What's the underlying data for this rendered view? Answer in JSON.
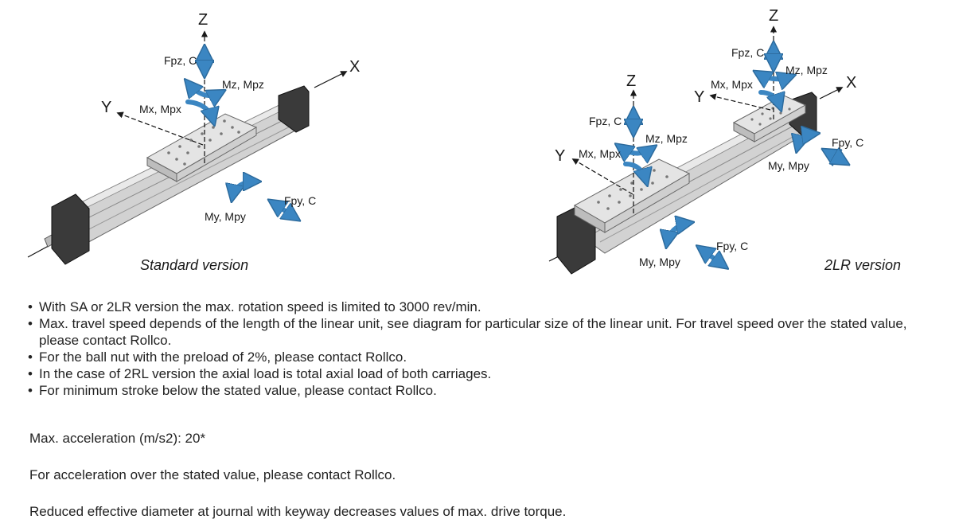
{
  "figure": {
    "standard": {
      "axis_z": "Z",
      "axis_x": "X",
      "axis_y": "Y",
      "label_fpz": "Fpz, C",
      "label_mz": "Mz, Mpz",
      "label_mx": "Mx, Mpx",
      "label_my": "My, Mpy",
      "label_fpy": "Fpy, C",
      "caption": "Standard version"
    },
    "twolr": {
      "axis_z1": "Z",
      "axis_z2": "Z",
      "axis_x": "X",
      "axis_y1": "Y",
      "axis_y2": "Y",
      "label_fpz1": "Fpz, C",
      "label_mz1": "Mz, Mpz",
      "label_mx1": "Mx, Mpx",
      "label_fpz2": "Fpz, C",
      "label_mz2": "Mz, Mpz",
      "label_mx2": "Mx, Mpx",
      "label_fpy1": "Fpy, C",
      "label_my1": "My, Mpy",
      "label_my2": "My, Mpy",
      "label_fpy2": "Fpy, C",
      "caption": "2LR version"
    },
    "colors": {
      "arrow": "#3b86c2",
      "profile": "#c9c9c9",
      "endcap": "#3a3a3a"
    }
  },
  "notes": [
    "With SA or 2LR version the max. rotation speed is limited to 3000 rev/min.",
    "Max. travel speed depends of the length of the linear unit, see diagram for particular size of the linear unit. For travel speed over the stated value, please contact Rollco.",
    "For the ball nut with the preload of 2%, please contact Rollco.",
    "In the case of 2RL version the axial load is total axial load of both carriages.",
    "For minimum stroke below the stated value, please contact Rollco."
  ],
  "paragraphs": {
    "acceleration": "Max. acceleration (m/s2): 20*",
    "acceleration_note": "For acceleration over the stated value, please contact Rollco.",
    "journal_note": "Reduced effective diameter at journal with keyway decreases values of max. drive torque."
  }
}
